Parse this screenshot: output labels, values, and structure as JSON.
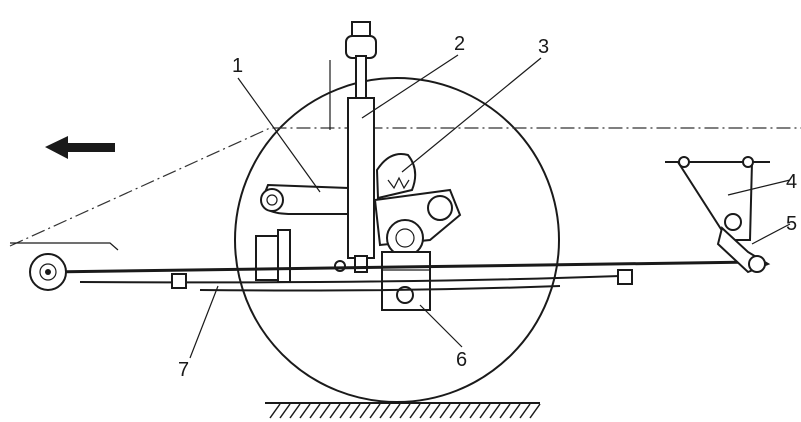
{
  "callouts": [
    {
      "id": "1",
      "label": "1"
    },
    {
      "id": "2",
      "label": "2"
    },
    {
      "id": "3",
      "label": "3"
    },
    {
      "id": "4",
      "label": "4"
    },
    {
      "id": "5",
      "label": "5"
    },
    {
      "id": "6",
      "label": "6"
    },
    {
      "id": "7",
      "label": "7"
    }
  ],
  "icons": {
    "direction_arrow": "arrow-left-icon",
    "ground": "ground-hatch-icon"
  },
  "colors": {
    "ink": "#1a1a1a",
    "paper": "#ffffff"
  }
}
